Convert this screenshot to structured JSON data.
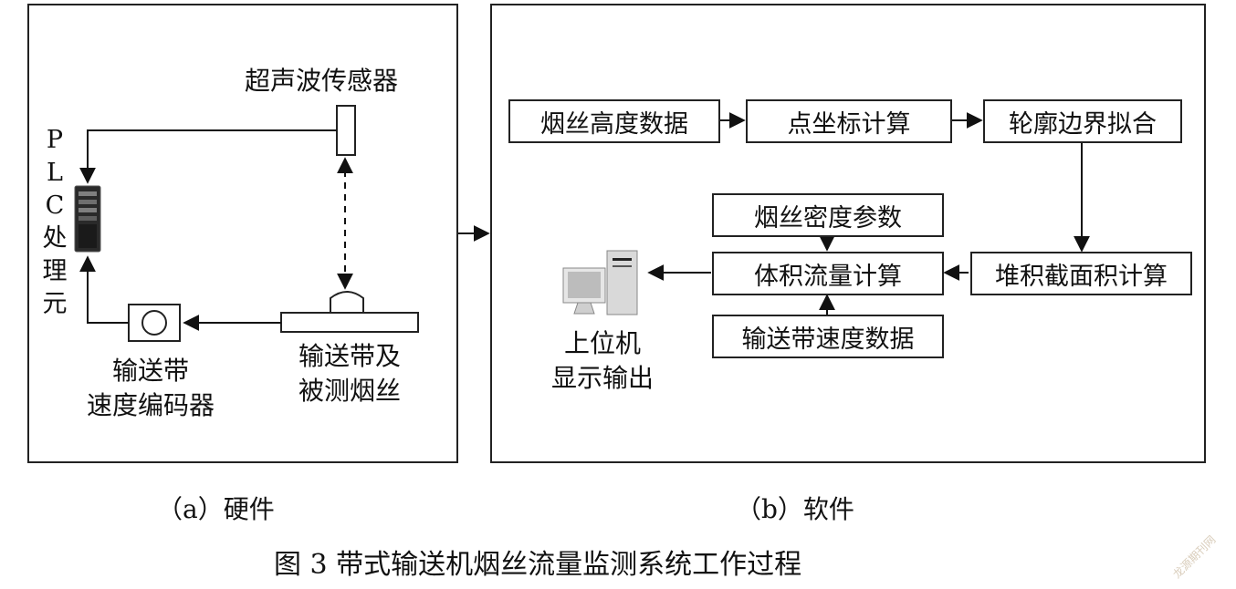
{
  "hardware": {
    "sensor_label": "超声波传感器",
    "plc_chars": [
      "P",
      "L",
      "C",
      "处",
      "理",
      "元"
    ],
    "encoder_label_1": "输送带",
    "encoder_label_2": "速度编码器",
    "belt_label_1": "输送带及",
    "belt_label_2": "被测烟丝"
  },
  "software": {
    "height_data": "烟丝高度数据",
    "point_calc": "点坐标计算",
    "contour_fit": "轮廓边界拟合",
    "density_param": "烟丝密度参数",
    "volume_flow": "体积流量计算",
    "cross_section": "堆积截面积计算",
    "speed_data": "输送带速度数据",
    "host_label_1": "上位机",
    "host_label_2": "显示输出"
  },
  "captions": {
    "a": "（a）硬件",
    "b": "（b）软件",
    "figure": "图 3   带式输送机烟丝流量监测系统工作过程"
  },
  "watermark": "龙源期刊网"
}
